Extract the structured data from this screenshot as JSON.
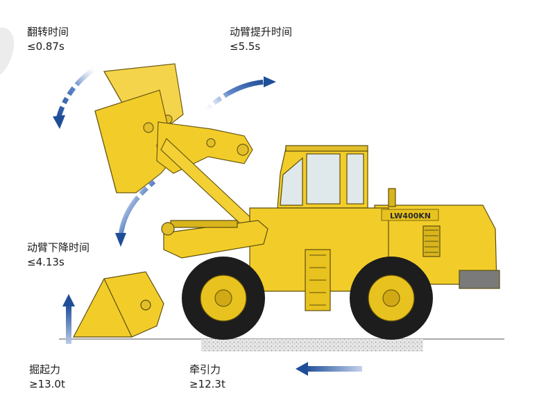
{
  "specs": {
    "dump_time": {
      "name": "翻转时间",
      "value": "≤0.87s"
    },
    "boom_raise_time": {
      "name": "动臂提升时间",
      "value": "≤5.5s"
    },
    "boom_lower_time": {
      "name": "动臂下降时间",
      "value": "≤4.13s"
    },
    "breakout_force": {
      "name": "掘起力",
      "value": "≥13.0t"
    },
    "traction_force": {
      "name": "牵引力",
      "value": "≥12.3t"
    }
  },
  "machine": {
    "model_badge": "LW400KN"
  },
  "colors": {
    "body_yellow": "#f2cd2a",
    "arrow_blue": "#1f4e99",
    "tire_black": "#1d1d1d",
    "hub_yellow": "#e8c21e",
    "ground": "#bdbdbd"
  }
}
